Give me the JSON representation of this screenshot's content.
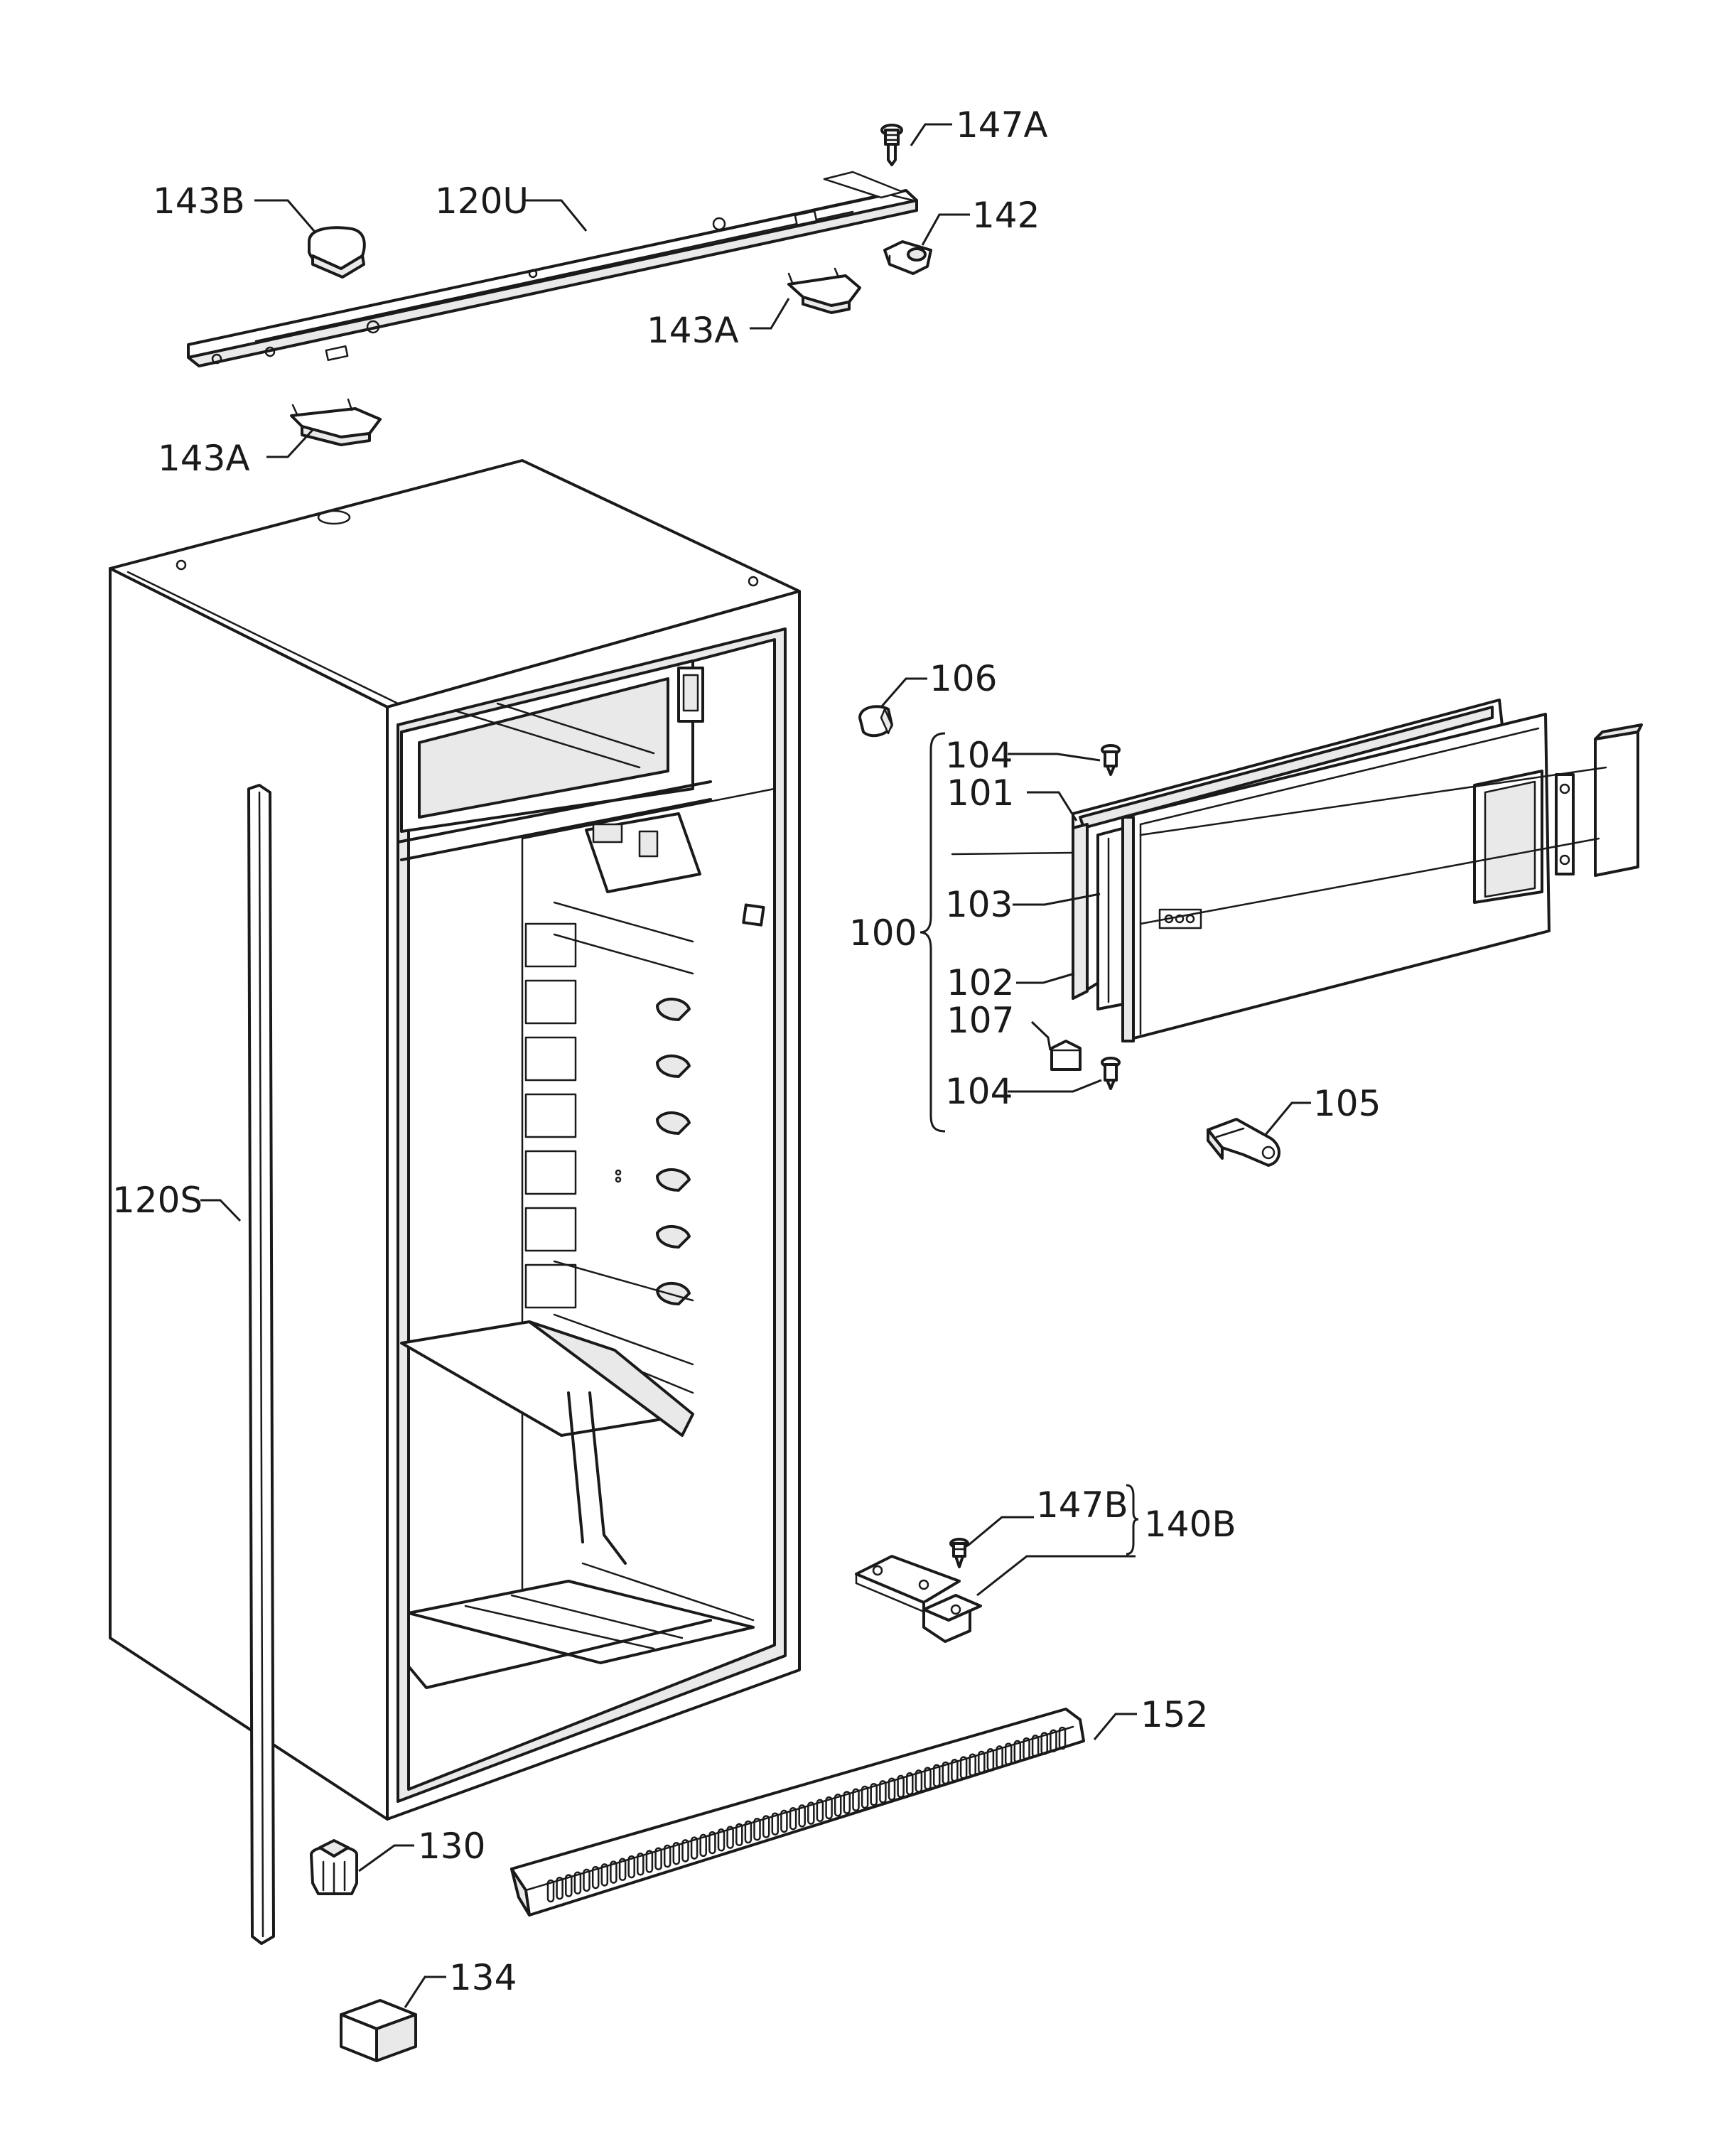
{
  "labels": {
    "p147A": "147A",
    "p143B": "143B",
    "p120U": "120U",
    "p142": "142",
    "p143A_top": "143A",
    "p143A_left": "143A",
    "p106": "106",
    "p104_top": "104",
    "p101": "101",
    "p103": "103",
    "p100": "100",
    "p102": "102",
    "p107": "107",
    "p104_bottom": "104",
    "p105": "105",
    "p120S": "120S",
    "p147B": "147B",
    "p140B": "140B",
    "p152": "152",
    "p130": "130",
    "p134": "134"
  }
}
